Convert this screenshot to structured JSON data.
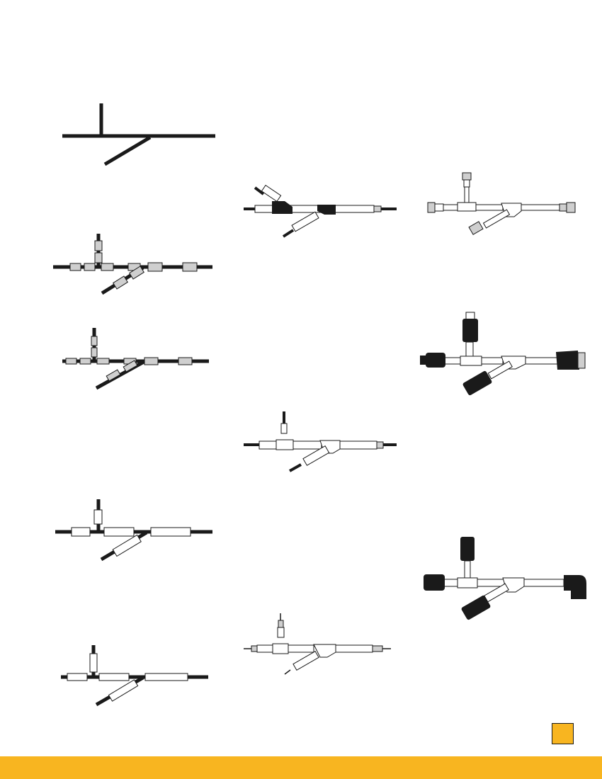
{
  "page": {
    "background_color": "#ffffff",
    "accent_color": "#f8b520",
    "ink_color": "#1a1a1a",
    "sleeve_fill_color": "#cfcfcf",
    "marker_fill_color": "#ffffff"
  },
  "diagrams": [
    {
      "id": "schematic-line-drawing",
      "style": "line schematic"
    },
    {
      "id": "harness-gray-sleeves-a",
      "style": "gray sleeve markers"
    },
    {
      "id": "harness-gray-sleeves-b",
      "style": "gray sleeve markers"
    },
    {
      "id": "harness-white-markers-a",
      "style": "white tube markers"
    },
    {
      "id": "harness-white-markers-b",
      "style": "white tube markers"
    },
    {
      "id": "harness-molded-black-junctions",
      "style": "molded black junctions"
    },
    {
      "id": "harness-molded-white-junction",
      "style": "molded white transition"
    },
    {
      "id": "harness-molded-white-pins",
      "style": "molded white with pin ends"
    },
    {
      "id": "harness-quick-connect-fittings",
      "style": "threaded fittings"
    },
    {
      "id": "harness-black-circular-connectors",
      "style": "black circular connectors"
    },
    {
      "id": "harness-right-angle-connectors",
      "style": "right-angle connectors"
    }
  ]
}
